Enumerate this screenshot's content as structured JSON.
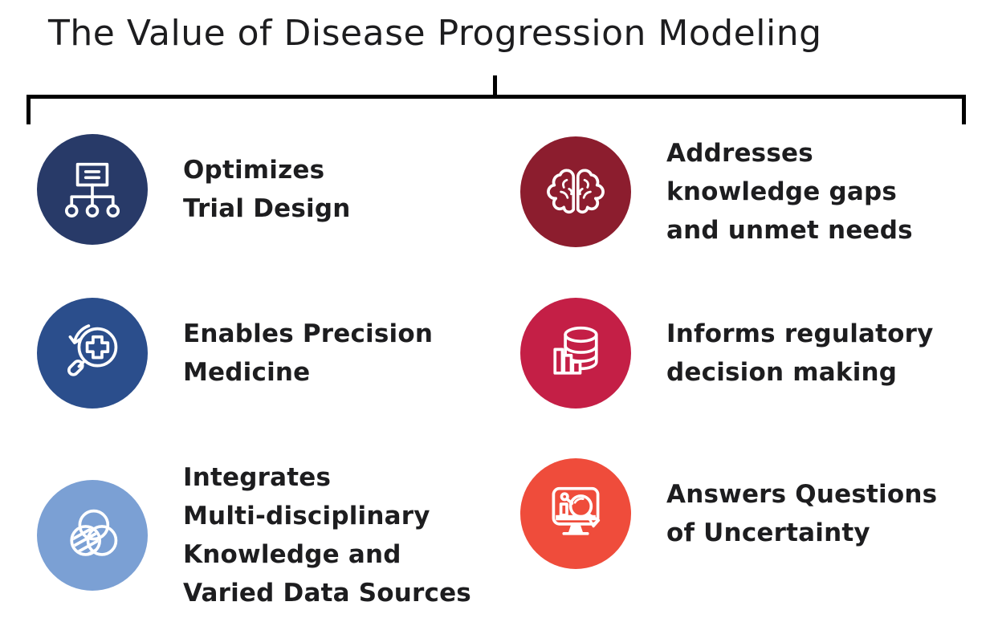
{
  "title": "The Value of Disease Progression Modeling",
  "colors": {
    "background": "#ffffff",
    "text": "#1d1d1f",
    "bracket": "#000000",
    "icon_stroke": "#ffffff"
  },
  "items": [
    {
      "icon": "org-chart-icon",
      "color": "#283a68",
      "lines": [
        "Optimizes",
        "Trial Design"
      ]
    },
    {
      "icon": "magnifier-medical-cross-icon",
      "color": "#2b4e8c",
      "lines": [
        "Enables Precision",
        "Medicine"
      ]
    },
    {
      "icon": "venn-diagram-icon",
      "color": "#7ba0d4",
      "lines": [
        "Integrates",
        "Multi-disciplinary",
        "Knowledge and",
        "Varied Data Sources"
      ]
    },
    {
      "icon": "brain-icon",
      "color": "#8c1d2e",
      "lines": [
        "Addresses",
        "knowledge gaps",
        "and unmet needs"
      ]
    },
    {
      "icon": "database-bar-chart-icon",
      "color": "#c41f46",
      "lines": [
        "Informs regulatory",
        "decision making"
      ]
    },
    {
      "icon": "monitor-magnifier-icon",
      "color": "#ef4c3b",
      "lines": [
        "Answers Questions",
        "of Uncertainty"
      ]
    }
  ]
}
